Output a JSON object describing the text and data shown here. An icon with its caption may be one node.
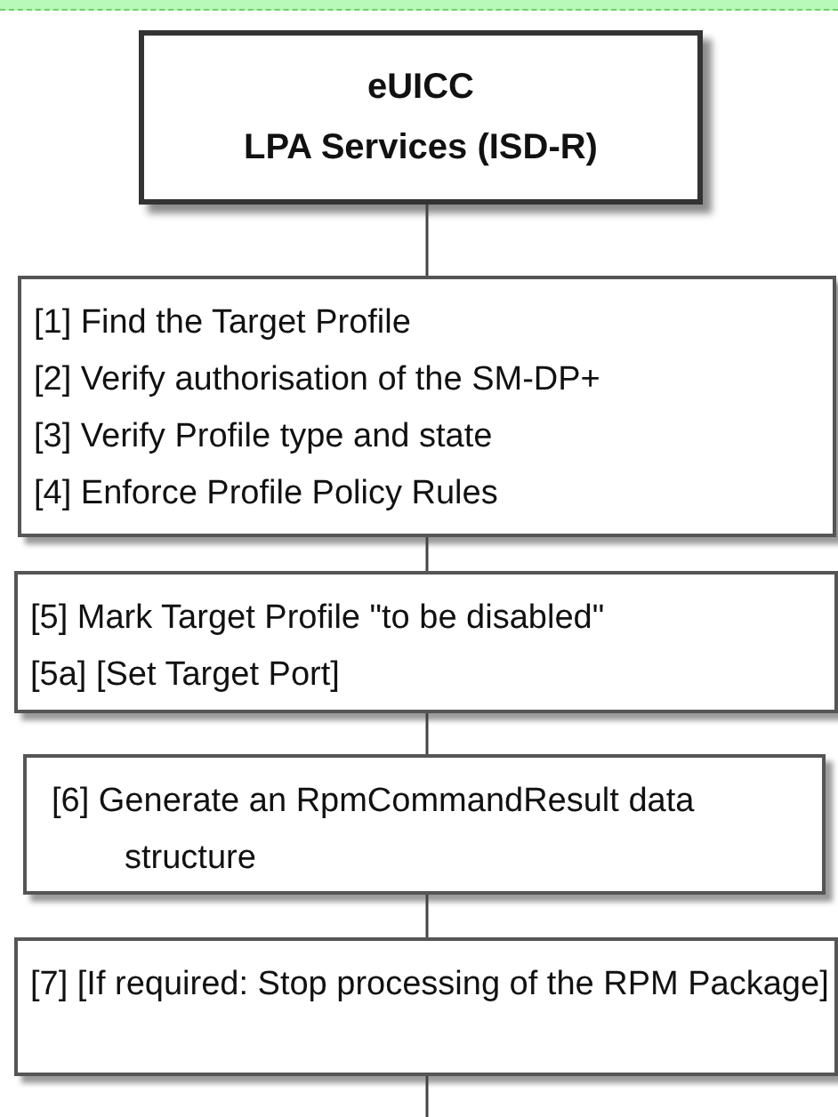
{
  "diagram": {
    "nodes": [
      {
        "text": [
          "eUICC",
          "LPA Services (ISD-R)"
        ]
      },
      {
        "text": [
          "[1] Find the Target Profile",
          "[2] Verify authorisation of the SM-DP+",
          "[3] Verify Profile type and state",
          "[4] Enforce Profile Policy Rules"
        ]
      },
      {
        "text": [
          "[5] Mark Target Profile \"to be disabled\"",
          "[5a] [Set Target Port]"
        ]
      },
      {
        "text": [
          "[6] Generate an RpmCommandResult data structure"
        ]
      },
      {
        "text": [
          "[7] [If required: Stop processing of the RPM Package]"
        ]
      }
    ],
    "edges": [
      {
        "from": 0,
        "to": 1,
        "arrow": "none"
      },
      {
        "from": 1,
        "to": 2,
        "arrow": "none"
      },
      {
        "from": 2,
        "to": 3,
        "arrow": "none"
      },
      {
        "from": 3,
        "to": 4,
        "arrow": "none"
      },
      {
        "from": 4,
        "to": null,
        "arrow": "none"
      }
    ]
  }
}
